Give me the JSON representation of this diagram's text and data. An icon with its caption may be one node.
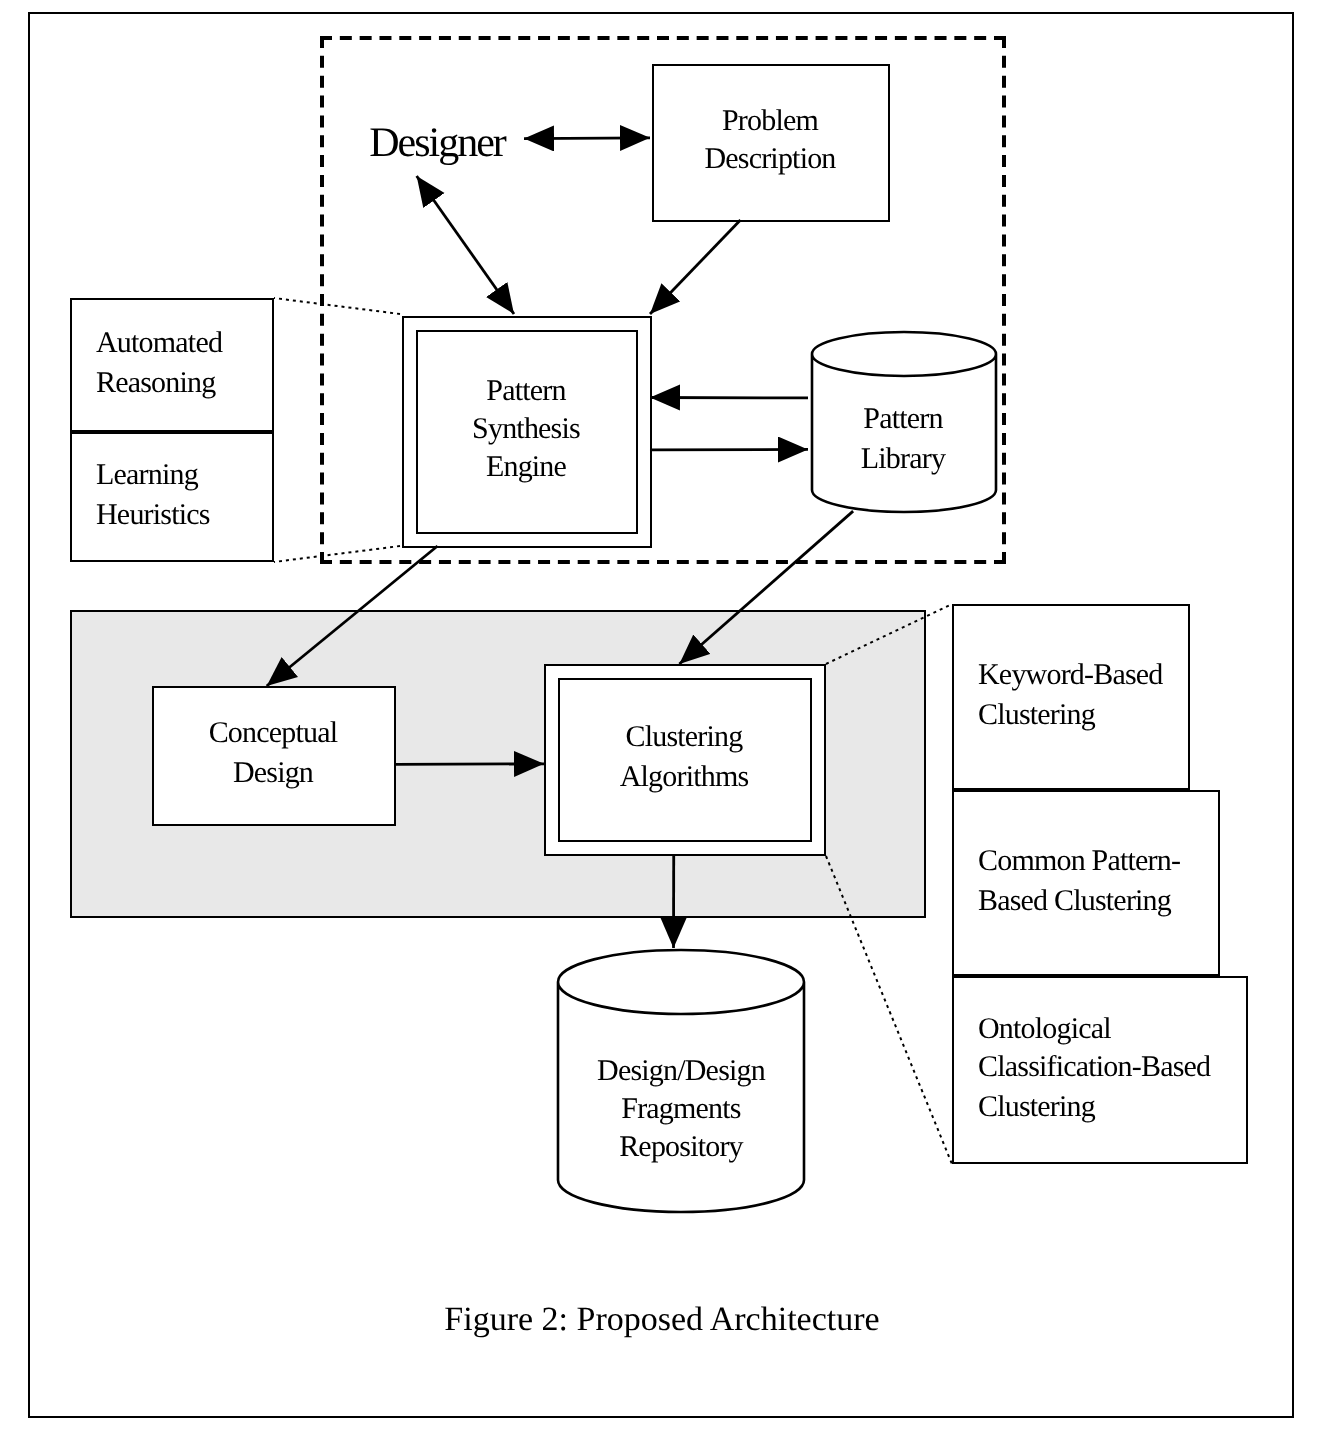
{
  "diagram": {
    "caption": "Figure 2: Proposed Architecture",
    "nodes": [
      {
        "text": [],
        "shape": "box"
      },
      {
        "text": [
          "Designer"
        ],
        "in": 0
      },
      {
        "text": [
          "Problem Description"
        ],
        "in": 0
      },
      {
        "text": [
          "Pattern Synthesis Engine"
        ],
        "in": 0
      },
      {
        "text": [
          "Pattern Library"
        ],
        "in": 0
      },
      {
        "text": [
          "Automated Reasoning"
        ]
      },
      {
        "text": [
          "Learning Heuristics"
        ]
      },
      {
        "text": [],
        "shape": "box"
      },
      {
        "text": [
          "Conceptual Design"
        ],
        "in": 7
      },
      {
        "text": [
          "Clustering Algorithms"
        ],
        "in": 7
      },
      {
        "text": [
          "Design/Design Fragments Repository"
        ]
      },
      {
        "text": [
          "Keyword-Based Clustering"
        ]
      },
      {
        "text": [
          "Common Pattern-Based Clustering"
        ]
      },
      {
        "text": [
          "Ontological Classification-Based Clustering"
        ]
      }
    ],
    "edges": [
      {
        "from": 1,
        "to": 2,
        "arrow": "both"
      },
      {
        "from": 1,
        "to": 3,
        "arrow": "both"
      },
      {
        "from": 2,
        "to": 3,
        "arrow": "to"
      },
      {
        "from": 4,
        "to": 3,
        "arrow": "to"
      },
      {
        "from": 3,
        "to": 4,
        "arrow": "to"
      },
      {
        "from": 3,
        "to": 8,
        "arrow": "to"
      },
      {
        "from": 4,
        "to": 9,
        "arrow": "to"
      },
      {
        "from": 8,
        "to": 9,
        "arrow": "to"
      },
      {
        "from": 9,
        "to": 10,
        "arrow": "to"
      },
      {
        "from": 3,
        "to": 5,
        "arrow": "none",
        "style": "dashed"
      },
      {
        "from": 3,
        "to": 6,
        "arrow": "none",
        "style": "dashed"
      },
      {
        "from": 9,
        "to": 11,
        "arrow": "none",
        "style": "dashed"
      },
      {
        "from": 9,
        "to": 13,
        "arrow": "none",
        "style": "dashed"
      }
    ]
  }
}
